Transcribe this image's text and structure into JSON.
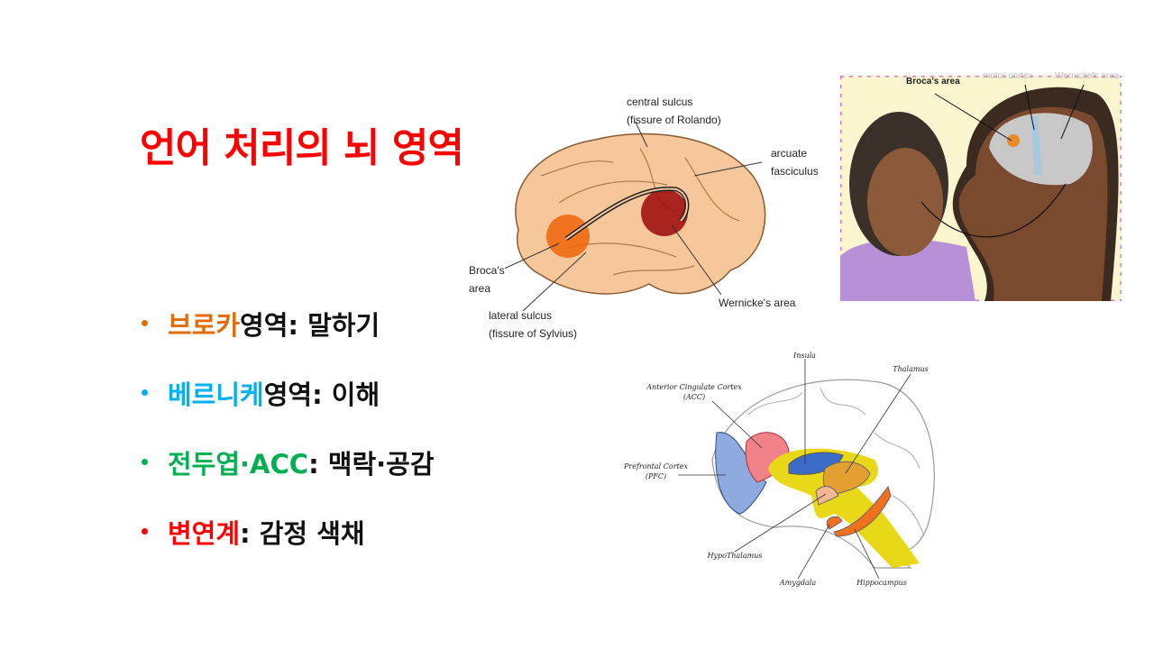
{
  "slide": {
    "title": "언어 처리의 뇌 영역",
    "bullets": [
      {
        "highlight": "브로카",
        "rest": " 영역: 말하기",
        "color": "#e36c09"
      },
      {
        "highlight": "베르니케",
        "rest": " 영역: 이해",
        "color": "#00b0f0"
      },
      {
        "highlight": "전두엽·ACC",
        "rest": ": 맥락·공감",
        "color": "#00b050"
      },
      {
        "highlight": "변연계",
        "rest": ": 감정 색채",
        "color": "#ff0000"
      }
    ]
  },
  "figure_lateral": {
    "labels": {
      "central_sulcus_1": "central sulcus",
      "central_sulcus_2": "(fissure of Rolando)",
      "arcuate_1": "arcuate",
      "arcuate_2": "fasciculus",
      "broca_1": "Broca's",
      "broca_2": "area",
      "lateral_1": "lateral sulcus",
      "lateral_2": "(fissure of Sylvius)",
      "wernicke": "Wernicke's area"
    }
  },
  "figure_photo": {
    "labels": {
      "broca": "Broca's area",
      "motor": "motor cortex",
      "wernicke": "Wernicke's area"
    }
  },
  "figure_medial": {
    "labels": {
      "insula": "Insula",
      "thalamus": "Thalamus",
      "acc_1": "Anterior Cingulate Cortex",
      "acc_2": "(ACC)",
      "pfc_1": "Prefrontal Cortex",
      "pfc_2": "(PFC)",
      "hypothalamus": "HypoThalamus",
      "amygdala": "Amygdala",
      "hippocampus": "Hippocampus"
    }
  }
}
